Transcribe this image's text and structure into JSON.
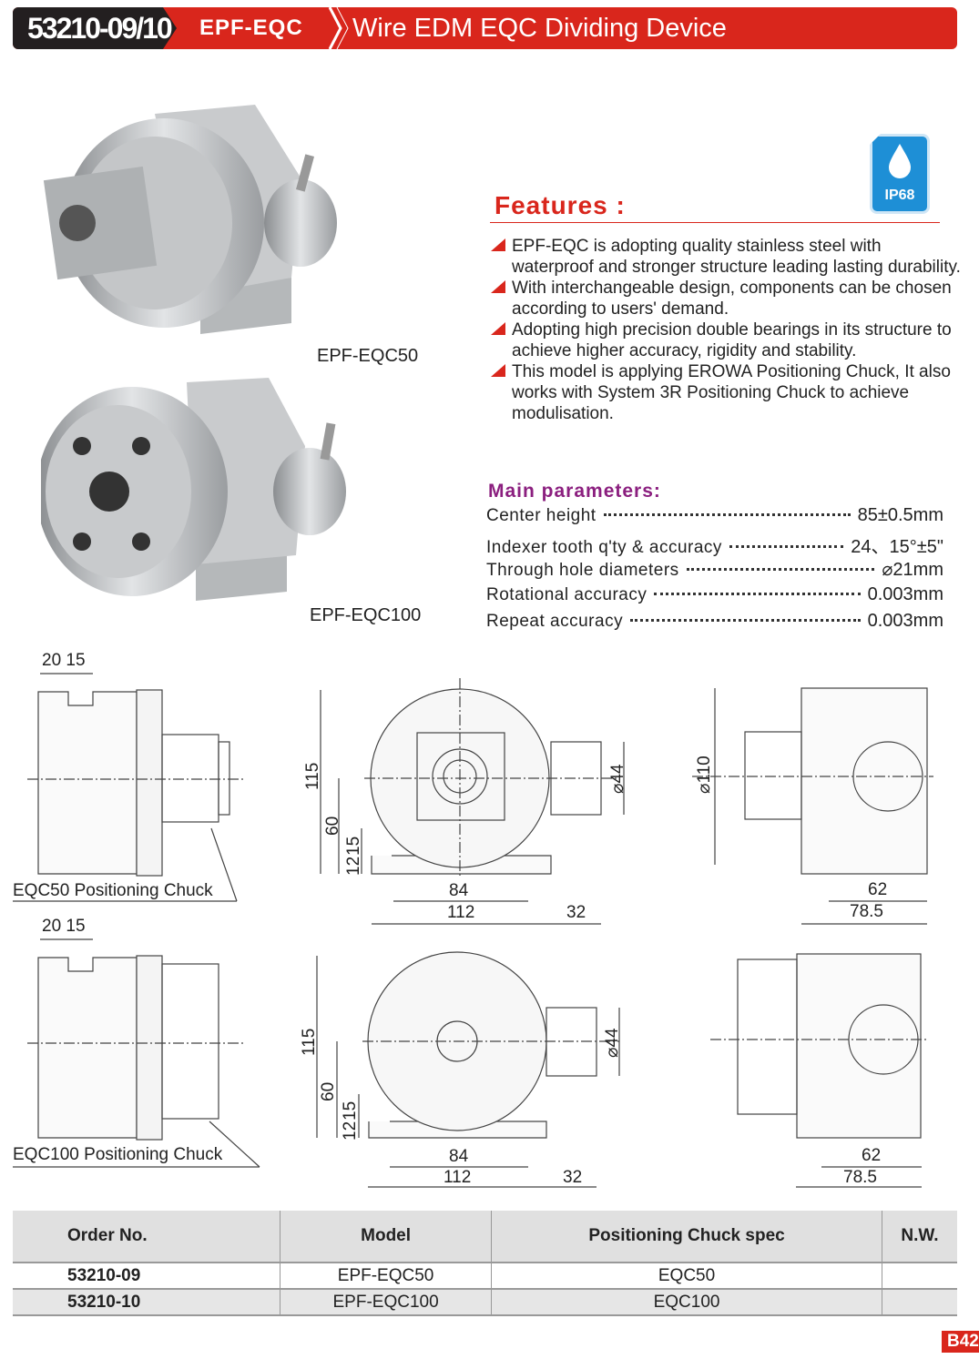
{
  "header": {
    "code": "53210-09/10",
    "series": "EPF-EQC",
    "title": "Wire EDM EQC Dividing Device"
  },
  "badge": {
    "icon": "water-drop-icon",
    "label": "IP68"
  },
  "products": [
    {
      "label": "EPF-EQC50"
    },
    {
      "label": "EPF-EQC100"
    }
  ],
  "features": {
    "title": "Features :",
    "items": [
      "EPF-EQC is adopting quality stainless steel with waterproof and stronger structure leading lasting durability.",
      "With interchangeable design, components can be chosen according to users' demand.",
      "Adopting high precision double bearings in its structure to achieve higher accuracy, rigidity and stability.",
      "This model is applying EROWA Positioning Chuck, It also works with System 3R Positioning Chuck to achieve modulisation."
    ]
  },
  "parameters": {
    "title": "Main parameters:",
    "rows": [
      {
        "label": "Center height",
        "value": "85±0.5mm"
      },
      {
        "label": "Indexer tooth q'ty & accuracy",
        "value": "24、15°±5\""
      },
      {
        "label": "Through hole diameters",
        "value": "⌀21mm"
      },
      {
        "label": "Rotational accuracy",
        "value": "0.003mm"
      },
      {
        "label": "Repeat accuracy",
        "value": "0.003mm"
      }
    ]
  },
  "drawings": {
    "row1": {
      "caption": "EQC50 Positioning Chuck",
      "d_top": "20 15",
      "d115": "115",
      "d60": "60",
      "d12": "12",
      "d15": "15",
      "d84": "84",
      "d112": "112",
      "d32": "32",
      "d44": "⌀44",
      "d110": "⌀110",
      "d62": "62",
      "d785": "78.5"
    },
    "row2": {
      "caption": "EQC100 Positioning Chuck",
      "d_top": "20 15",
      "d115": "115",
      "d60": "60",
      "d12": "12",
      "d15": "15",
      "d84": "84",
      "d112": "112",
      "d32": "32",
      "d44": "⌀44",
      "d62": "62",
      "d785": "78.5"
    }
  },
  "table": {
    "headers": [
      "Order No.",
      "Model",
      "Positioning Chuck spec",
      "N.W."
    ],
    "rows": [
      [
        "53210-09",
        "EPF-EQC50",
        "EQC50",
        ""
      ],
      [
        "53210-10",
        "EPF-EQC100",
        "EQC100",
        ""
      ]
    ]
  },
  "page": "B42"
}
